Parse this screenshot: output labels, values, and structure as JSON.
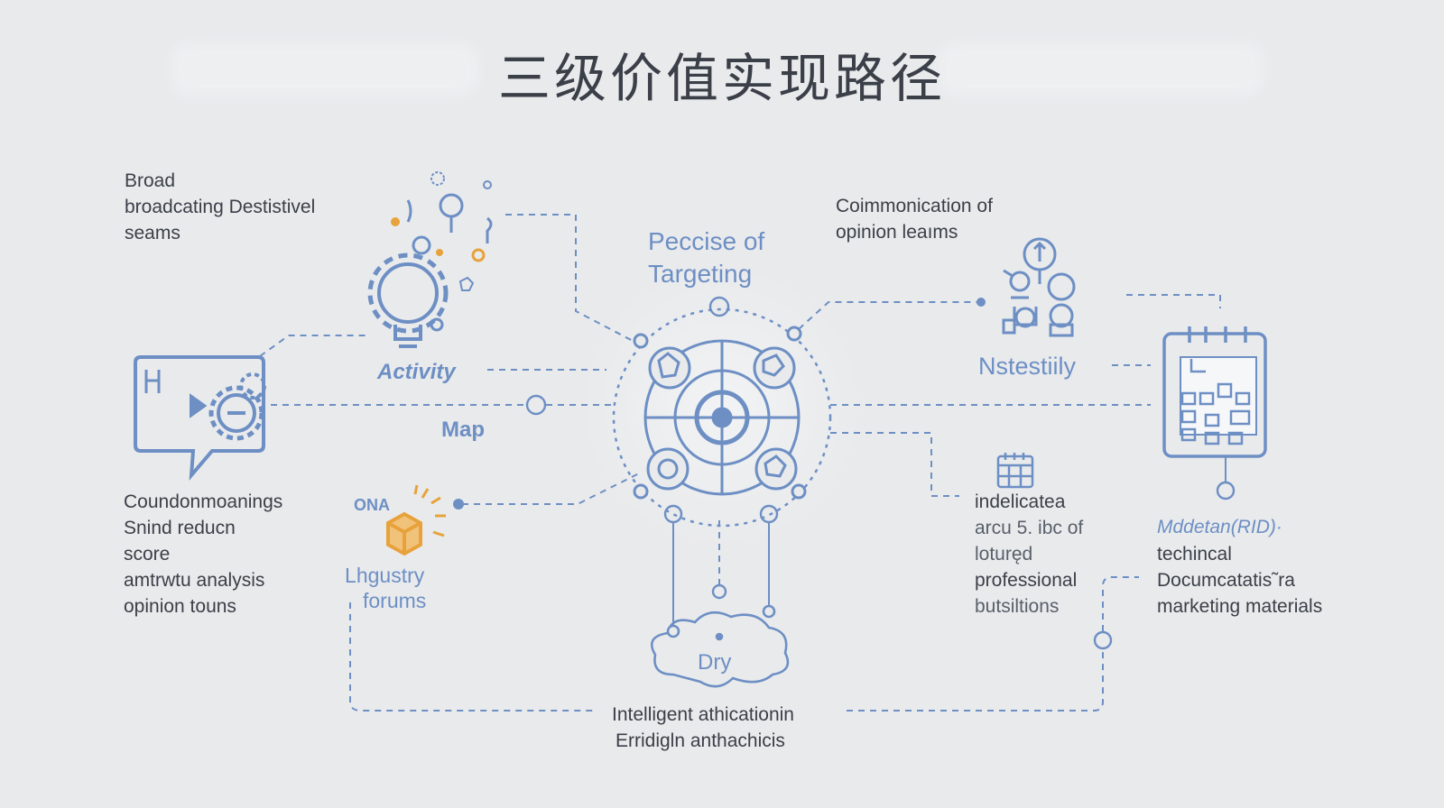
{
  "title": "三级价值实现路径",
  "colors": {
    "background": "#e9eaec",
    "accent_blue": "#6d8fc4",
    "accent_orange": "#e8a23b",
    "text_dark": "#3a3f48"
  },
  "labels": {
    "broad": [
      "Broad",
      "broadcating Destistivel",
      "seams"
    ],
    "activity": "Activity",
    "map": "Map",
    "precise": [
      "Peccise of",
      "Targeting"
    ],
    "communication": [
      "Coimmonication of",
      "opinion leaıms"
    ],
    "nstestiily": "Nstestiily",
    "left_list": [
      "Coundonmoanings",
      "Snind reducn",
      "score",
      "amtrwtu analysis",
      "opinion touns"
    ],
    "ona": "ONA",
    "forums": [
      "Lhgustry",
      "forums"
    ],
    "dry": "Dry",
    "intelligent": [
      "Intelligent athicationin",
      "Erridigln anthachicis"
    ],
    "indelicated": [
      "indelicatea",
      "arcu 5. ibc of",
      "loturęd",
      "professional",
      "butsiltions"
    ],
    "mddetan": "Mddetan(RID)·",
    "technical": [
      "techincal",
      "Documcatatis˜ra",
      "marketing materials"
    ]
  },
  "icons": [
    "lightbulb-gear-icon",
    "chat-bubble-gear-icon",
    "target-hub-icon",
    "people-network-icon",
    "calendar-board-icon",
    "box-icon",
    "calendar-small-icon",
    "cloud-icon"
  ]
}
